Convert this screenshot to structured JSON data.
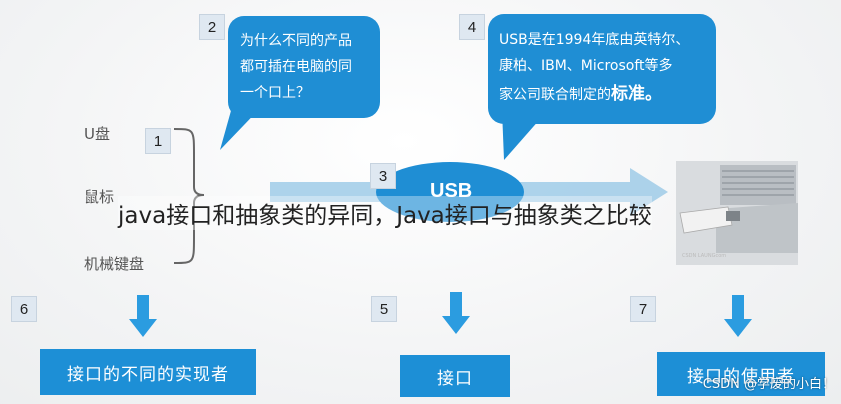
{
  "markers": {
    "m1": "1",
    "m2": "2",
    "m3": "3",
    "m4": "4",
    "m5": "5",
    "m6": "6",
    "m7": "7"
  },
  "bubble_question": {
    "text": "为什么不同的产品\n都可插在电脑的同\n一个口上？"
  },
  "bubble_usb": {
    "text": "USB是在1994年底由英特尔、\n康柏、IBM、Microsoft等多\n家公司联合制定的",
    "emphasis": "标准。"
  },
  "devices": [
    "U盘",
    "鼠标",
    "机械键盘"
  ],
  "usb_label": "USB",
  "bottom": {
    "implementers": "接口的不同的实现者",
    "interface": "接口",
    "users": "接口的使用者"
  },
  "overlay_title": "java接口和抽象类的异同，Java接口与抽象类之比较",
  "watermark": "CSDN @学废的小白！",
  "laptop_caption": "CSDN LAUNGcom",
  "colors": {
    "accent": "#1f8ed4",
    "box": "#1d8fd6",
    "arrow": "#2b9ce0",
    "marker_bg": "#dfe8f1"
  }
}
